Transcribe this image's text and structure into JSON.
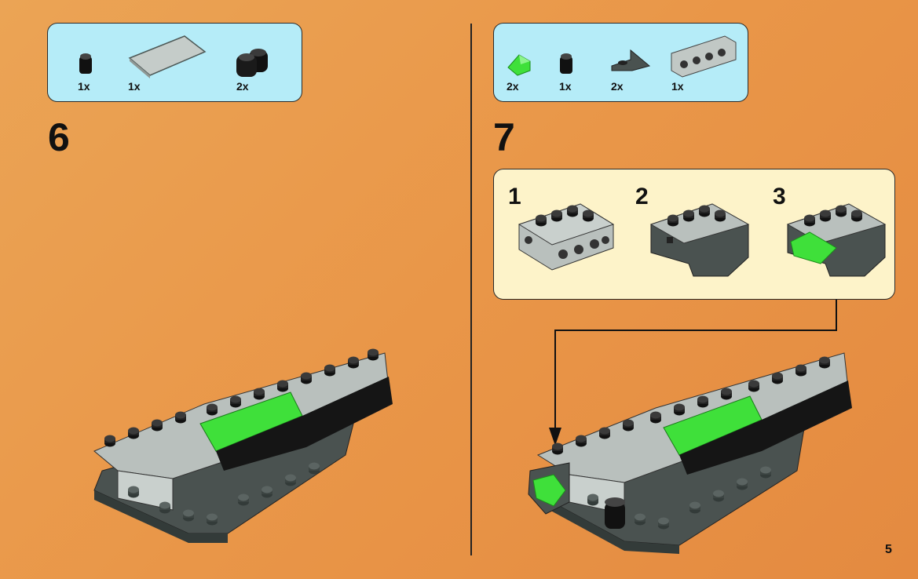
{
  "page_number": "5",
  "step6": {
    "number": "6",
    "parts": [
      {
        "icon": "round-brick-black-icon",
        "qty": "1x"
      },
      {
        "icon": "tile-light-gray-icon",
        "qty": "1x"
      },
      {
        "icon": "round-brick-pair-black-icon",
        "qty": "2x"
      }
    ]
  },
  "step7": {
    "number": "7",
    "parts": [
      {
        "icon": "slope-trans-green-icon",
        "qty": "2x"
      },
      {
        "icon": "round-brick-black-icon",
        "qty": "1x"
      },
      {
        "icon": "angle-bracket-dark-gray-icon",
        "qty": "2x"
      },
      {
        "icon": "technic-brick-light-gray-icon",
        "qty": "1x"
      }
    ],
    "substeps": [
      "1",
      "2",
      "3"
    ]
  },
  "colors": {
    "background": "#e99648",
    "parts_box": "#b5ecf8",
    "callout": "#fdf3c9",
    "dark_gray": "#4a5250",
    "light_gray": "#b9c0bd",
    "green": "#3fe03a"
  }
}
